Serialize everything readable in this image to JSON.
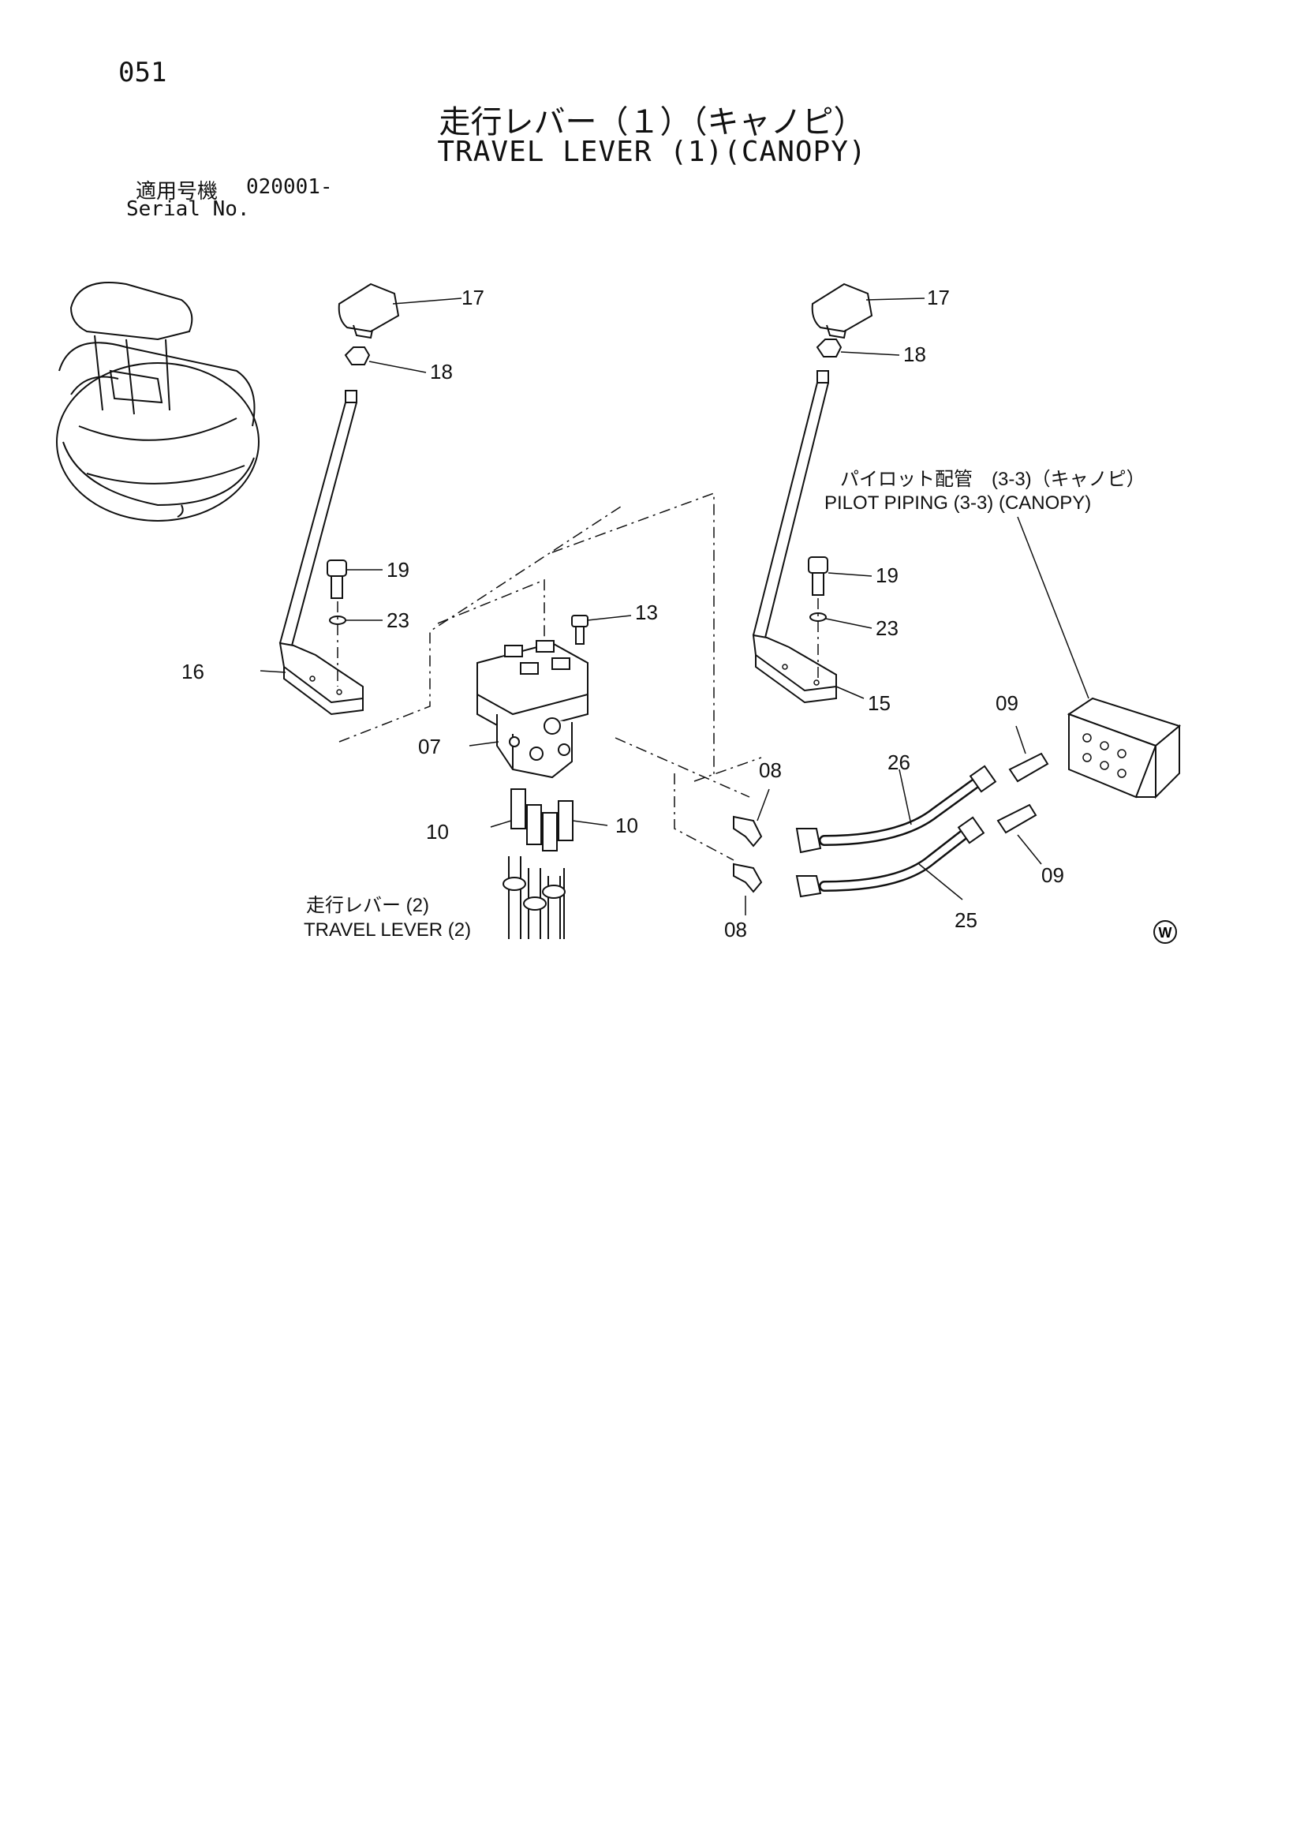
{
  "header": {
    "page_number": "051",
    "title_jp": "走行レバー（１）（キャノピ）",
    "title_en": "TRAVEL LEVER (1)(CANOPY)",
    "serial_label_jp": "適用号機",
    "serial_label_en": "Serial No.",
    "serial_value": "020001-"
  },
  "callouts": {
    "c17_left": "17",
    "c18_left": "18",
    "c19_left": "19",
    "c23_left": "23",
    "c16": "16",
    "c13": "13",
    "c07": "07",
    "c10_left": "10",
    "c10_right": "10",
    "c17_right": "17",
    "c18_right": "18",
    "c19_right": "19",
    "c23_right": "23",
    "c15": "15",
    "c08_top": "08",
    "c08_bottom": "08",
    "c26": "26",
    "c25": "25",
    "c09_top": "09",
    "c09_bottom": "09"
  },
  "references": {
    "pilot_piping_jp": "パイロット配管　(3-3)（キャノピ）",
    "pilot_piping_en": "PILOT PIPING (3-3) (CANOPY)",
    "travel_lever2_jp": "走行レバー (2)",
    "travel_lever2_en": "TRAVEL LEVER (2)"
  },
  "marks": {
    "corner_mark": "W"
  }
}
